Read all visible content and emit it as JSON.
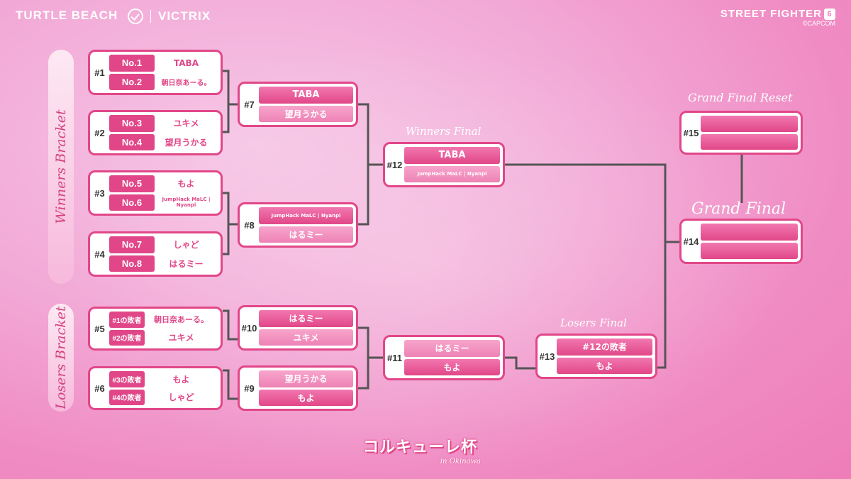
{
  "brands": {
    "turtle_beach": "TURTLE BEACH",
    "victrix": "VICTRIX",
    "street_fighter": "STREET FIGHTER",
    "sf_badge": "6",
    "capcom": "©CAPCOM"
  },
  "sections": {
    "winners": "Winners Bracket",
    "losers": "Losers Bracket"
  },
  "round_titles": {
    "winners_final": "Winners Final",
    "losers_final": "Losers Final",
    "grand_final": "Grand Final",
    "grand_final_reset": "Grand Final Reset"
  },
  "matches": {
    "m1": {
      "num": "#1",
      "s1": "No.1",
      "p1": "TABA",
      "s2": "No.2",
      "p2": "朝日奈あーる。"
    },
    "m2": {
      "num": "#2",
      "s1": "No.3",
      "p1": "ユキメ",
      "s2": "No.4",
      "p2": "望月うかる"
    },
    "m3": {
      "num": "#3",
      "s1": "No.5",
      "p1": "もよ",
      "s2": "No.6",
      "p2": "JumpHack MaLC | Nyanpi"
    },
    "m4": {
      "num": "#4",
      "s1": "No.7",
      "p1": "しゃど",
      "s2": "No.8",
      "p2": "はるミー"
    },
    "m5": {
      "num": "#5",
      "s1": "#1の敗者",
      "p1": "朝日奈あーる。",
      "s2": "#2の敗者",
      "p2": "ユキメ"
    },
    "m6": {
      "num": "#6",
      "s1": "#3の敗者",
      "p1": "もよ",
      "s2": "#4の敗者",
      "p2": "しゃど"
    },
    "m7": {
      "num": "#7",
      "p1": "TABA",
      "p2": "望月うかる"
    },
    "m8": {
      "num": "#8",
      "p1": "JumpHack MaLC | Nyanpi",
      "p2": "はるミー"
    },
    "m10": {
      "num": "#10",
      "p1": "はるミー",
      "p2": "ユキメ"
    },
    "m9": {
      "num": "#9",
      "p1": "望月うかる",
      "p2": "もよ"
    },
    "m12": {
      "num": "#12",
      "p1": "TABA",
      "p2": "JumpHack MaLC | Nyanpi"
    },
    "m11": {
      "num": "#11",
      "p1": "はるミー",
      "p2": "もよ"
    },
    "m13": {
      "num": "#13",
      "p1": "#12の敗者",
      "p2": "もよ"
    },
    "m15": {
      "num": "#15",
      "p1": "",
      "p2": ""
    },
    "m14": {
      "num": "#14",
      "p1": "",
      "p2": ""
    }
  },
  "event_logo": {
    "title": "コルキューレ杯",
    "sub": "in Okinawa"
  },
  "colors": {
    "accent": "#e14788",
    "connector": "#555555",
    "background": "#f2a9d6"
  }
}
